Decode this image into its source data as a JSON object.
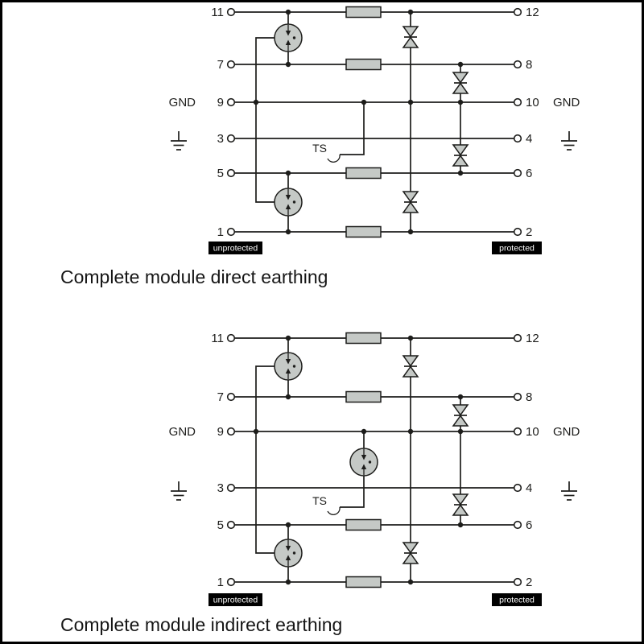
{
  "page": {
    "background": "#ffffff",
    "frame_color": "#000000"
  },
  "colors": {
    "wire": "#1d1d1b",
    "component_fill": "#c5c9c6",
    "terminal_fill": "#ffffff",
    "badge_bg": "#000000",
    "badge_text": "#ffffff"
  },
  "terminals": {
    "left": [
      "11",
      "7",
      "9",
      "3",
      "5",
      "1"
    ],
    "right": [
      "12",
      "8",
      "10",
      "4",
      "6",
      "2"
    ]
  },
  "labels": {
    "gnd": "GND",
    "ts": "TS",
    "unprotected": "unprotected",
    "protected": "protected"
  },
  "diagrams": [
    {
      "caption": "Complete module direct earthing"
    },
    {
      "caption": "Complete module indirect earthing"
    }
  ]
}
